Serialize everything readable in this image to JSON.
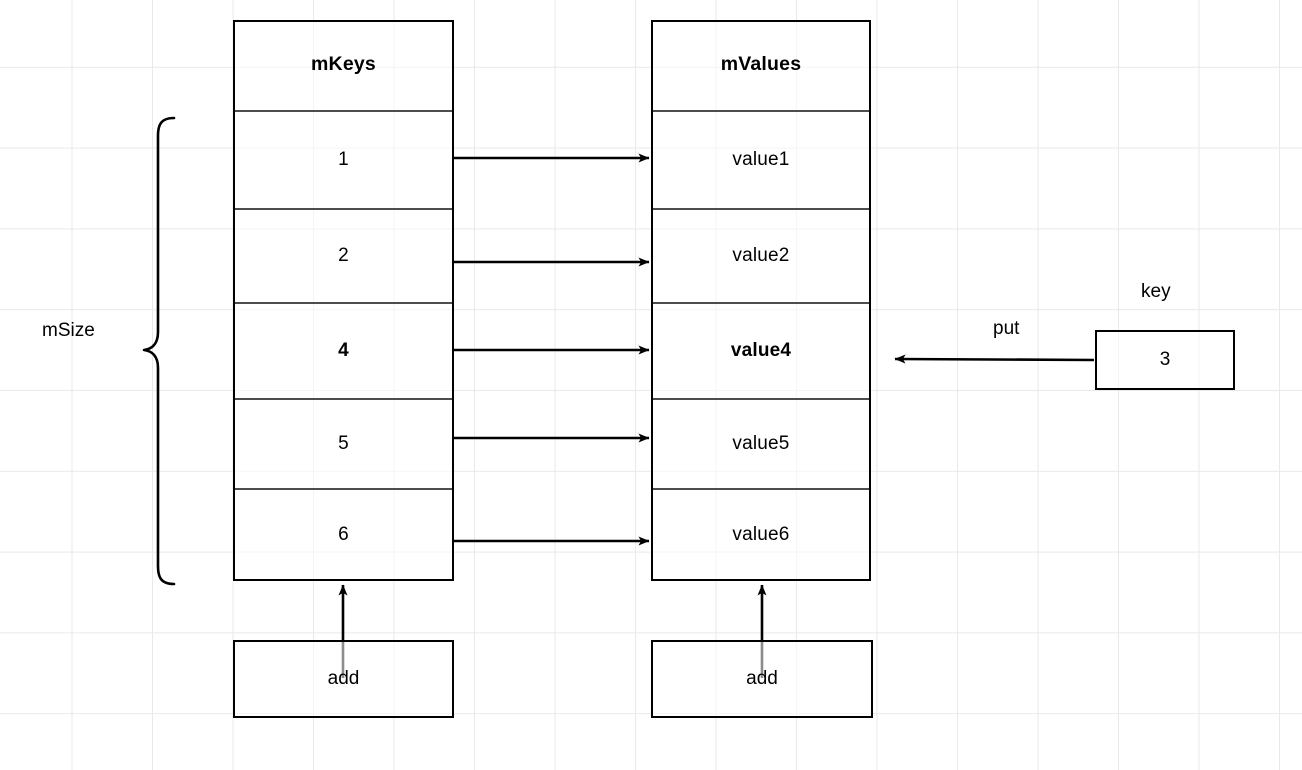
{
  "diagram": {
    "title": "SparseArray put operation",
    "line_color": "#000000",
    "separator_color": "#4d4d4d",
    "grid_color": "#e9e9e9",
    "background": "#ffffff"
  },
  "keys_table": {
    "header": "mKeys",
    "rows": [
      {
        "text": "1",
        "bold": false
      },
      {
        "text": "2",
        "bold": false
      },
      {
        "text": "4",
        "bold": true
      },
      {
        "text": "5",
        "bold": false
      },
      {
        "text": "6",
        "bold": false
      }
    ]
  },
  "values_table": {
    "header": "mValues",
    "rows": [
      {
        "text": "value1",
        "bold": false
      },
      {
        "text": "value2",
        "bold": false
      },
      {
        "text": "value4",
        "bold": true
      },
      {
        "text": "value5",
        "bold": false
      },
      {
        "text": "value6",
        "bold": false
      }
    ]
  },
  "labels": {
    "msize": "mSize",
    "key": "key",
    "put": "put"
  },
  "key_box": {
    "value": "3"
  },
  "add_boxes": {
    "keys": "add",
    "values": "add"
  },
  "connectors": {
    "key_to_value_count": 5,
    "add_arrow_count": 2,
    "put_arrow": "put"
  }
}
